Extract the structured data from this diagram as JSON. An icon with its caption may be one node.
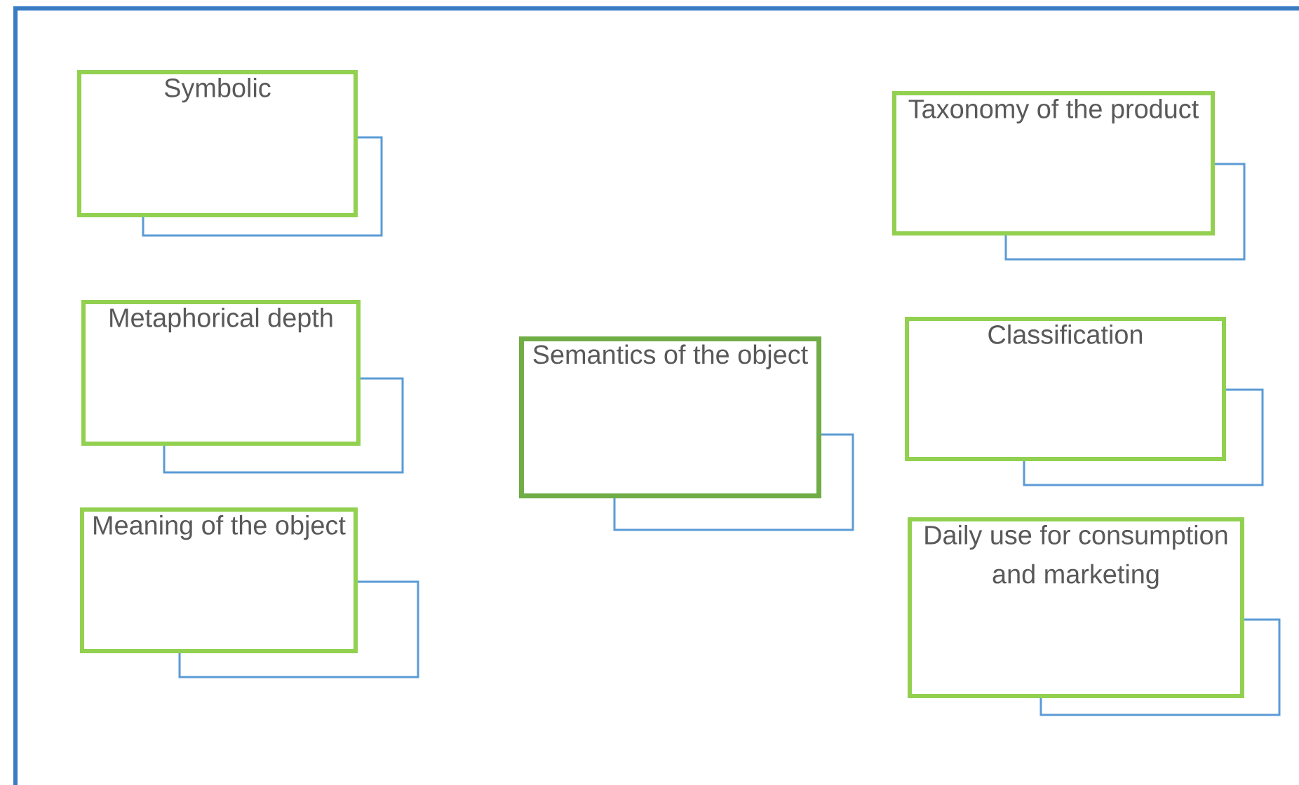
{
  "diagram": {
    "nodes": [
      {
        "text": [
          "Symbolic"
        ]
      },
      {
        "text": [
          "Metaphorical depth"
        ]
      },
      {
        "text": [
          "Meaning of the object"
        ]
      },
      {
        "text": [
          "Semantics of the object"
        ]
      },
      {
        "text": [
          "Taxonomy of the product"
        ]
      },
      {
        "text": [
          "Classification"
        ]
      },
      {
        "text": [
          "Daily use for consumption and marketing"
        ]
      }
    ]
  }
}
